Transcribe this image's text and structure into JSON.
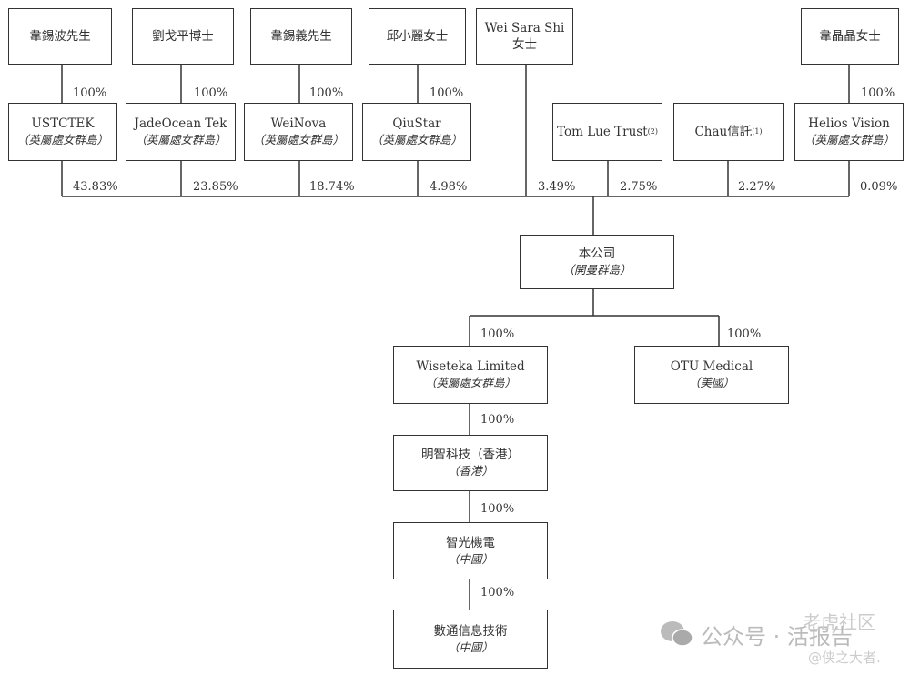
{
  "shareholders": [
    {
      "name": "韋錫波先生",
      "holding": "USTCTEK",
      "jurisdiction": "（英屬處女群島）",
      "holding_pct": "100%",
      "pct": "43.83%"
    },
    {
      "name": "劉戈平博士",
      "holding": "JadeOcean Tek",
      "jurisdiction": "（英屬處女群島）",
      "holding_pct": "100%",
      "pct": "23.85%"
    },
    {
      "name": "韋錫義先生",
      "holding": "WeiNova",
      "jurisdiction": "（英屬處女群島）",
      "holding_pct": "100%",
      "pct": "18.74%"
    },
    {
      "name": "邱小麗女士",
      "holding": "QiuStar",
      "jurisdiction": "（英屬處女群島）",
      "holding_pct": "100%",
      "pct": "4.98%"
    },
    {
      "name": "Wei Sara Shi",
      "name2": "女士",
      "pct": "3.49%"
    },
    {
      "holding": "Tom Lue Trust",
      "note": "(2)",
      "pct": "2.75%"
    },
    {
      "holding": "Chau信託",
      "note": "(1)",
      "pct": "2.27%"
    },
    {
      "name": "韋晶晶女士",
      "holding": "Helios Vision",
      "jurisdiction": "（英屬處女群島）",
      "holding_pct": "100%",
      "pct": "0.09%"
    }
  ],
  "company": {
    "name": "本公司",
    "jurisdiction": "（開曼群島）"
  },
  "subsidiaries": [
    {
      "name": "Wiseteka Limited",
      "jurisdiction": "（英屬處女群島）",
      "pct": "100%"
    },
    {
      "name": "OTU Medical",
      "jurisdiction": "（美國）",
      "pct": "100%"
    },
    {
      "name": "明智科技（香港）",
      "jurisdiction": "（香港）",
      "pct": "100%"
    },
    {
      "name": "智光機電",
      "jurisdiction": "（中國）",
      "pct": "100%"
    },
    {
      "name": "數通信息技術",
      "jurisdiction": "（中國）",
      "pct": "100%"
    }
  ],
  "watermark": {
    "text": "公众号 · 活报告",
    "brand": "老虎社区",
    "handle": "@侠之大者."
  }
}
